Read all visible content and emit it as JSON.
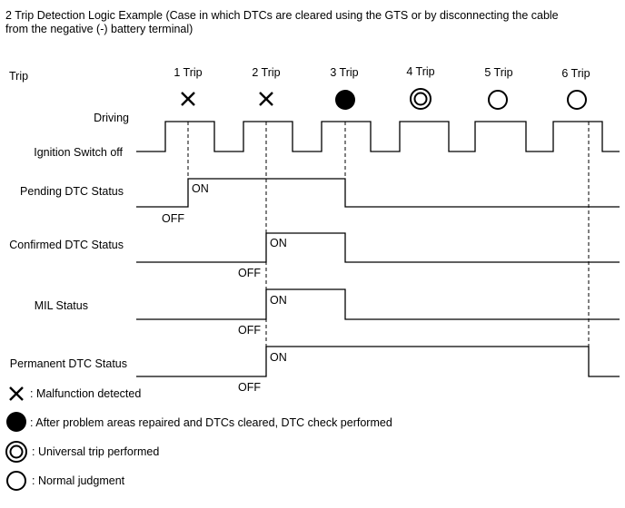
{
  "title_line1": "2 Trip Detection Logic Example (Case in which DTCs are cleared using the GTS or by disconnecting the cable",
  "title_line2": "from the negative (-) battery terminal)",
  "trip_label": "Trip",
  "trips": [
    {
      "label": "1 Trip",
      "symbol": "cross"
    },
    {
      "label": "2 Trip",
      "symbol": "cross"
    },
    {
      "label": "3 Trip",
      "symbol": "filled-circle"
    },
    {
      "label": "4 Trip",
      "symbol": "double-circle"
    },
    {
      "label": "5 Trip",
      "symbol": "open-circle"
    },
    {
      "label": "6 Trip",
      "symbol": "open-circle"
    }
  ],
  "rows": {
    "driving": "Driving",
    "ignition_off": "Ignition Switch off",
    "pending": "Pending DTC Status",
    "confirmed": "Confirmed DTC Status",
    "mil": "MIL Status",
    "permanent": "Permanent DTC Status"
  },
  "state_labels": {
    "pending_on": "ON",
    "pending_off": "OFF",
    "confirmed_on": "ON",
    "confirmed_off": "OFF",
    "mil_on": "ON",
    "mil_off": "OFF",
    "permanent_on": "ON",
    "permanent_off": "OFF"
  },
  "legend": [
    {
      "symbol": "cross",
      "text": ": Malfunction detected"
    },
    {
      "symbol": "filled-circle",
      "text": ": After problem areas repaired and DTCs cleared, DTC check performed"
    },
    {
      "symbol": "double-circle",
      "text": ": Universal trip performed"
    },
    {
      "symbol": "open-circle",
      "text": ": Normal judgment"
    }
  ]
}
